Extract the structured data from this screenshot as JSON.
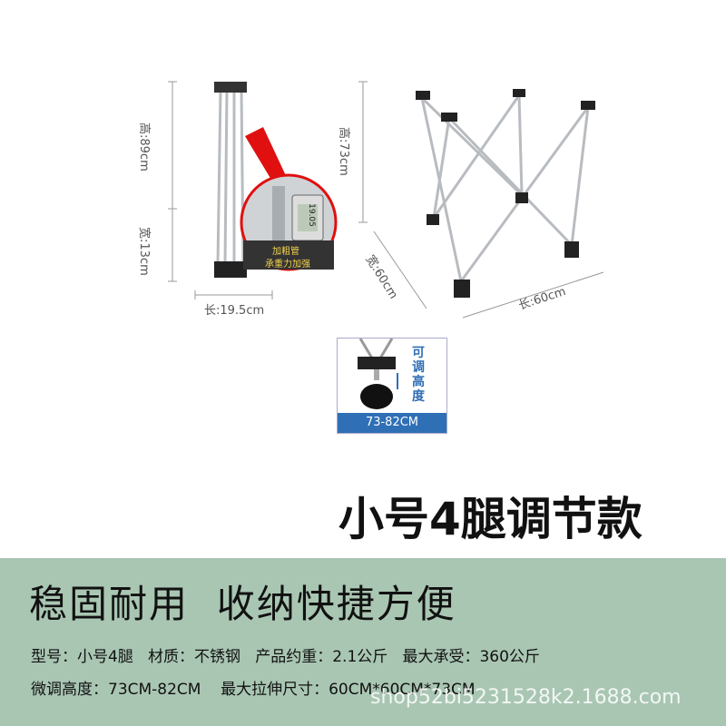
{
  "product_title": "小号4腿调节款",
  "slogan": "稳固耐用  收纳快捷方便",
  "folded": {
    "height": "高:89cm",
    "width": "宽:13cm",
    "length": "长:19.5cm",
    "callout": [
      "加粗管",
      "承重力加强"
    ],
    "caliper_reading": "19.05"
  },
  "unfolded": {
    "height": "高:73cm",
    "width": "宽:60cm",
    "length": "长:60cm"
  },
  "inset": {
    "adjust_label": "可调高度",
    "range": "73-82CM"
  },
  "specs": {
    "line1": "型号：小号4腿   材质：不锈钢   产品约重：2.1公斤   最大承受：360公斤",
    "line2": "微调高度：73CM-82CM    最大拉伸尺寸：60CM*60CM*73CM"
  },
  "watermark": "shop52bi5231528k2.1688.com",
  "colors": {
    "band": "#a9c6b3",
    "accent_blue": "#2f6fb5",
    "callout_red": "#e01010"
  }
}
